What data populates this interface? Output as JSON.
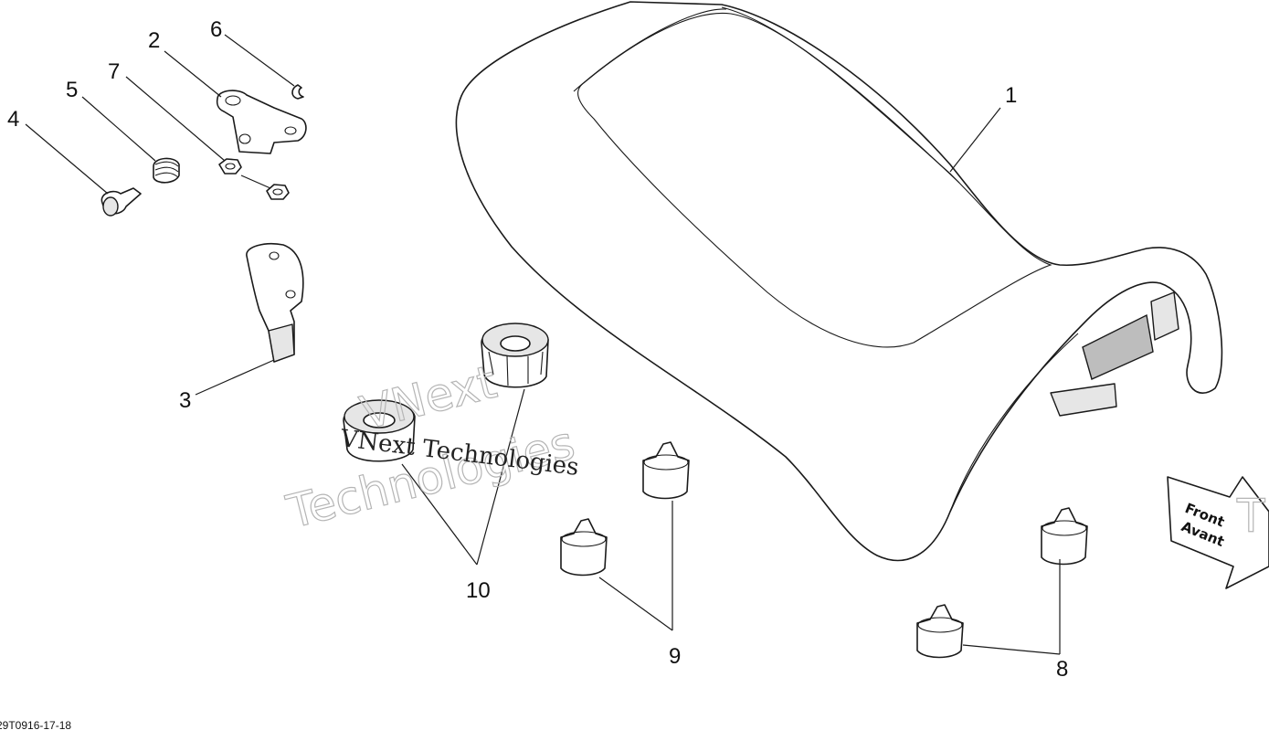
{
  "callouts": {
    "c1": "1",
    "c2": "2",
    "c3": "3",
    "c4": "4",
    "c5": "5",
    "c6": "6",
    "c7": "7",
    "c8": "8",
    "c9": "9",
    "c10": "10"
  },
  "direction_arrow": {
    "line1": "Front",
    "line2": "Avant"
  },
  "watermark": {
    "outline_line1": "VNext",
    "outline_line2": "Technologies",
    "solid_text": "VNext Technologies",
    "edge_letter": "T"
  },
  "reference_code": "29T0916-17-18"
}
